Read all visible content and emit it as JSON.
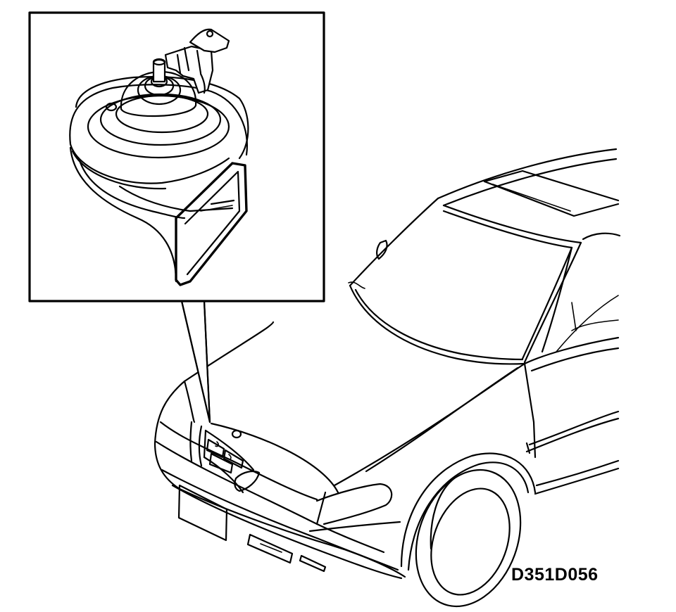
{
  "figure": {
    "code": "D351D056",
    "callout_subject": "horn",
    "vehicle": "car-front-three-quarter",
    "line_color": "#000000",
    "background_color": "#ffffff"
  }
}
